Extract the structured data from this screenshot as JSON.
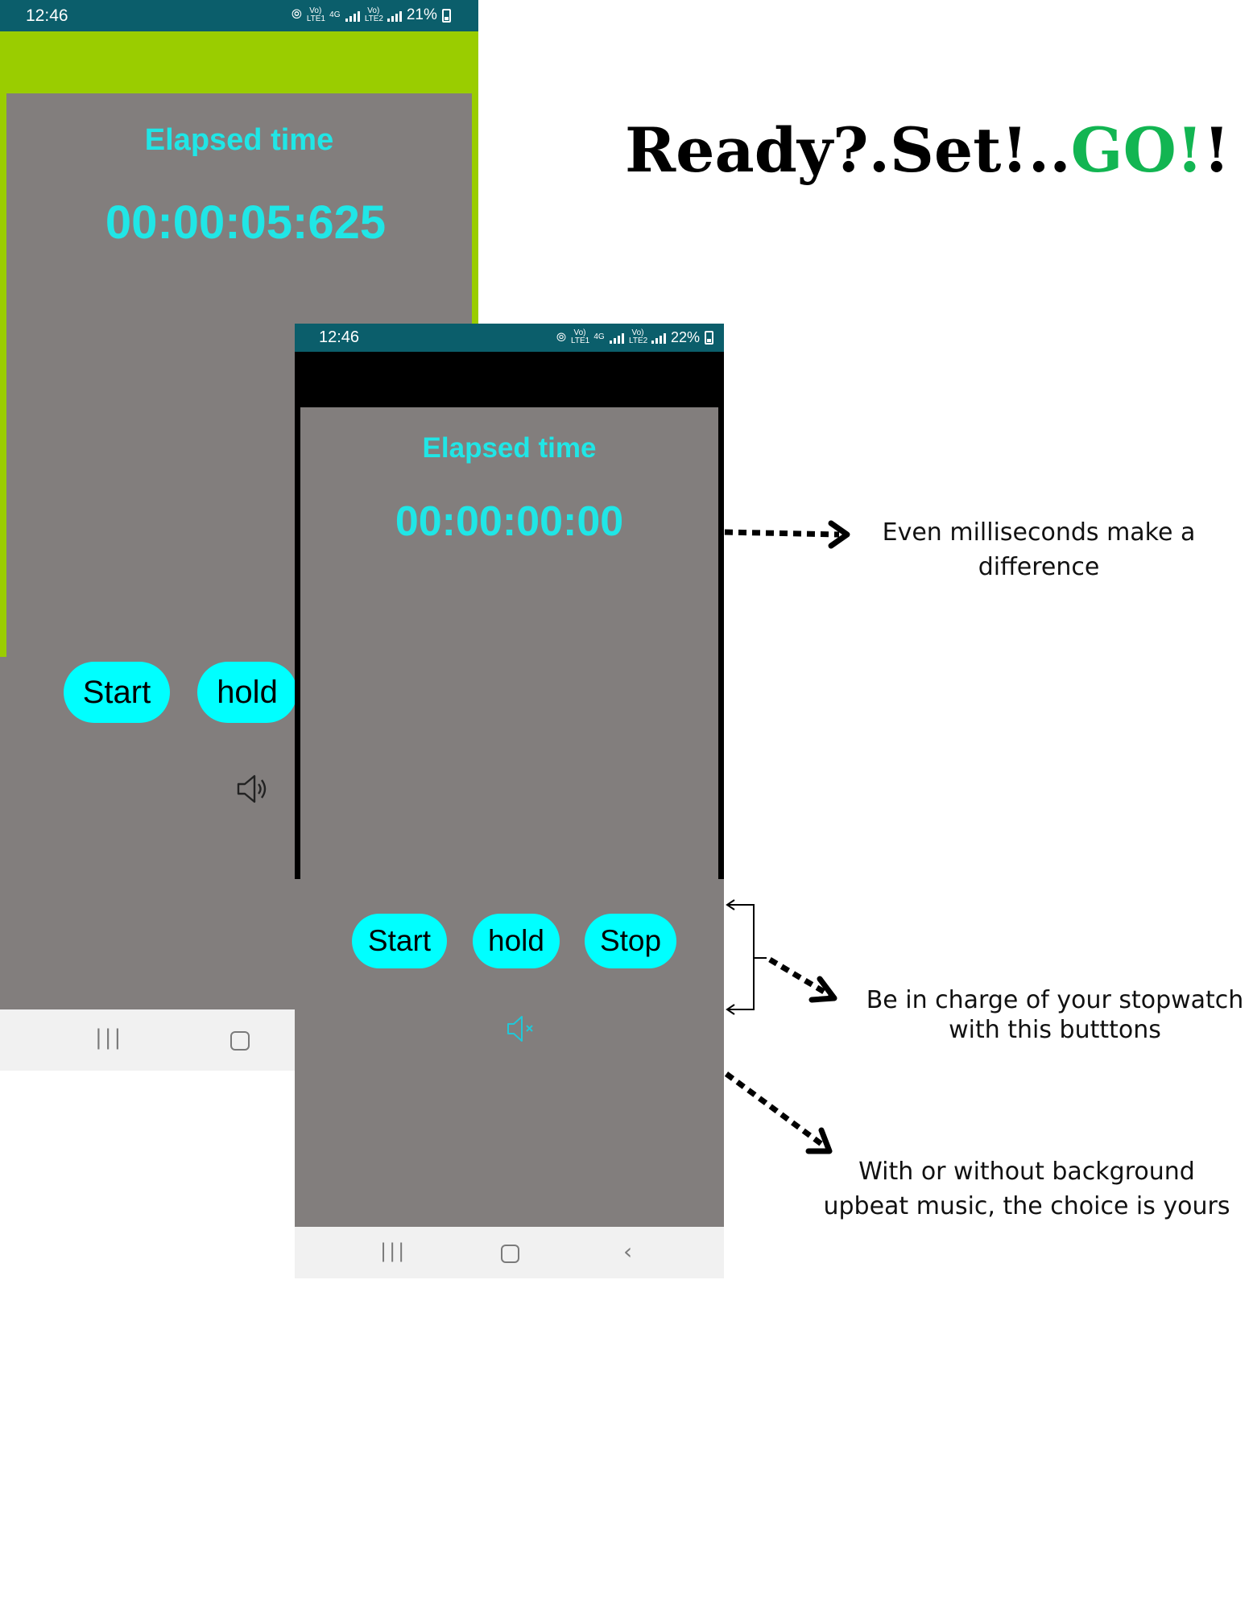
{
  "phone1": {
    "status": {
      "time": "12:46",
      "sim1": "Vo) LTE1",
      "net": "4G",
      "sim2": "Vo) LTE2",
      "battery": "21%"
    },
    "elapsed_label": "Elapsed time",
    "timer_value": "00:00:05:625",
    "buttons": {
      "start": "Start",
      "hold": "hold"
    },
    "sound_icon": "speaker-on-icon"
  },
  "phone2": {
    "status": {
      "time": "12:46",
      "sim1": "Vo) LTE1",
      "net": "4G",
      "sim2": "Vo) LTE2",
      "battery": "22%"
    },
    "elapsed_label": "Elapsed time",
    "timer_value": "00:00:00:00",
    "buttons": {
      "start": "Start",
      "hold": "hold",
      "stop": "Stop"
    },
    "sound_icon": "speaker-muted-icon"
  },
  "headline": {
    "part1": "Ready?.Set!..",
    "go": "GO!",
    "end": "!"
  },
  "annotations": {
    "milliseconds_line1": "Even milliseconds make a",
    "milliseconds_line2": "difference",
    "buttons_line1": "Be in charge of your stopwatch",
    "buttons_line2": "with this butttons",
    "music_line1": "With or  without background",
    "music_line2": "upbeat music, the choice is yours"
  },
  "colors": {
    "accent_cyan": "#00ffff",
    "timer_text": "#20e6e6",
    "panel_gray": "#827e7d",
    "status_teal": "#0b5e6b",
    "lime_bar": "#9acd00",
    "go_green": "#12b552"
  }
}
